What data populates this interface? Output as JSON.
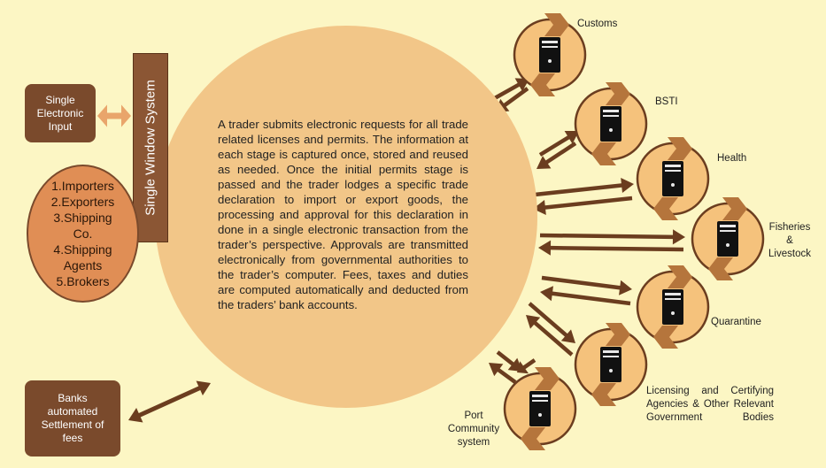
{
  "sei_label": "Single\nElectronic\nInput",
  "banks_label": "Banks\nautomated\nSettlement of\nfees",
  "stakeholders_label": "1.Importers\n2.Exporters\n3.Shipping\nCo.\n4.Shipping\nAgents\n5.Brokers",
  "sws_label": "Single Window System",
  "description": "A trader submits electronic requests for all trade related licenses and permits. The information at each stage is captured once, stored and reused as needed. Once the initial permits stage is passed and the trader lodges a specific trade declaration to import or export goods, the processing and approval for this declaration in done in a single electronic transaction from the trader’s perspective. Approvals are transmitted electronically from governmental authorities to the trader’s computer. Fees, taxes and duties are computed automatically and deducted from the traders’ bank accounts.",
  "agencies": [
    {
      "label": "Customs"
    },
    {
      "label": "BSTI"
    },
    {
      "label": "Health"
    },
    {
      "label": "Fisheries\n&\nLivestock"
    },
    {
      "label": "Quarantine"
    },
    {
      "label": "Licensing and Certifying\nAgencies & Other Relevant\nGovernment Bodies"
    },
    {
      "label": "Port\nCommunity\nsystem"
    }
  ],
  "icons": [
    "server-icon",
    "double-arrow-icon",
    "circular-arrows-icon"
  ],
  "colors": {
    "background": "#fcf6c4",
    "dark_brown": "#7a4a2c",
    "arrow_brown": "#6b3d1f",
    "central_circle": "#f2c688",
    "stakeholder_circle": "#e08e55",
    "agency_circle": "#f5c27c"
  }
}
